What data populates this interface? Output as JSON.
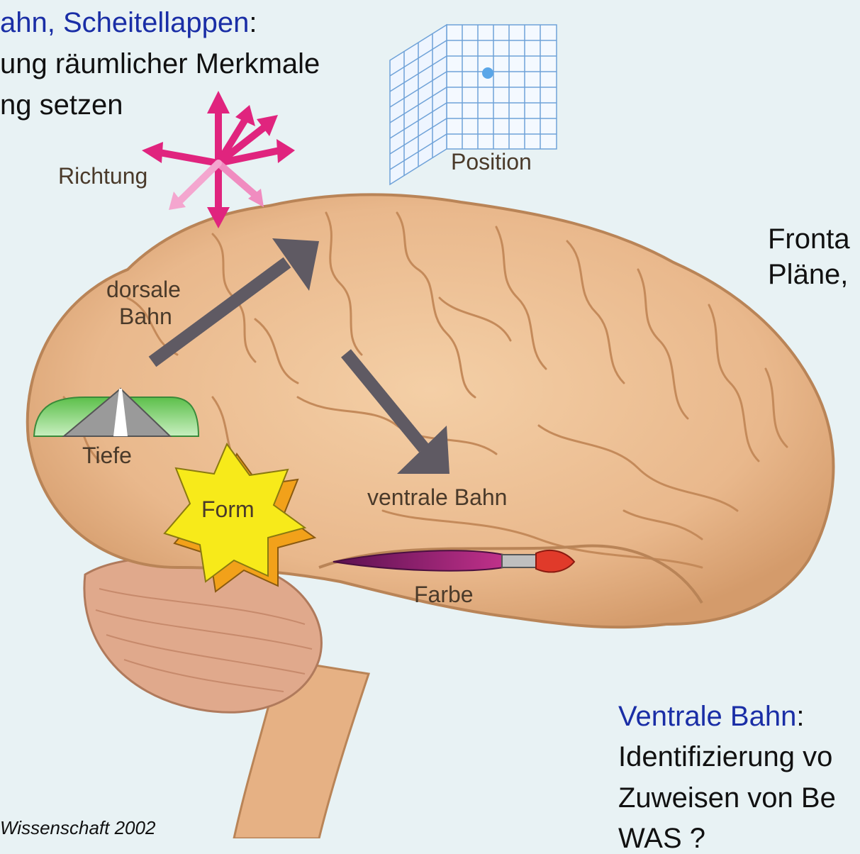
{
  "dorsal_caption": {
    "heading": "ahn, Scheitellappen",
    "colon": ":",
    "line1": "ung räumlicher Merkmale",
    "line2": "ng setzen"
  },
  "frontal_caption": {
    "line1": "Fronta",
    "line2": "Pläne,"
  },
  "ventral_caption": {
    "heading": "Ventrale Bahn",
    "colon": ":",
    "line1": "Identifizierung vo",
    "line2": "Zuweisen von Be",
    "line3": "WAS ?"
  },
  "labels": {
    "richtung": "Richtung",
    "position": "Position",
    "dorsale_1": "dorsale",
    "dorsale_2": "Bahn",
    "tiefe": "Tiefe",
    "form": "Form",
    "ventrale": "ventrale Bahn",
    "farbe": "Farbe"
  },
  "credit": "Wissenschaft 2002",
  "colors": {
    "background": "#e8f2f4",
    "brain": "#e9b88c",
    "brain_outline": "#b98457",
    "cerebellum": "#e0a98c",
    "arrow": "#5f5a63",
    "direction_arrows": "#e0247e",
    "grid": "#6fa2d8",
    "star": "#f7ea1a",
    "star_shadow": "#f2a11a",
    "heading_blue": "#1a2ea6"
  }
}
